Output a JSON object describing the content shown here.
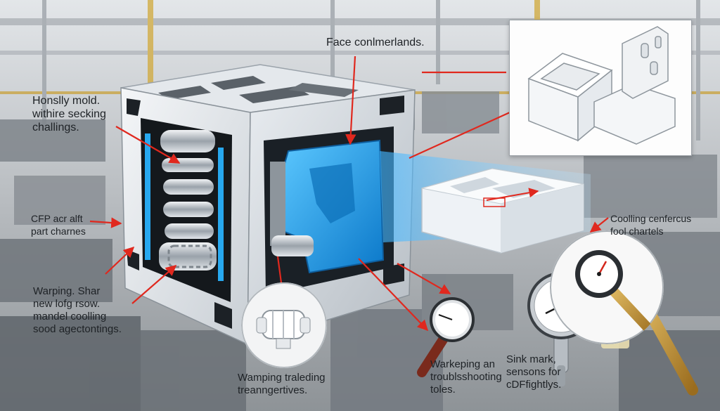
{
  "labels": {
    "top_center": "Face conlmerlands.",
    "top_left": "Honslly mold.\nwithire secking\nchallings.",
    "mid_left": "CFP acr alft\npart charnes",
    "lower_left": "Warping. Shar\nnew lofg rsow.\nmandel coolling\nsood agectontings.",
    "right_mid": "Coolling cenfercus\nfool chartels",
    "bottom_center_left": "Wamping traleding\ntreanngertives.",
    "bottom_center": "Warkeping an\ntroublsshooting\ntoles.",
    "bottom_right": "Sink mark,\nsensons for\ncDFfightlys."
  },
  "colors": {
    "arrow": "#e0281e",
    "cooling_blue": "#1fa3e8",
    "mold_white": "#eef1f4",
    "factory_gray": "#9ea3a8"
  }
}
